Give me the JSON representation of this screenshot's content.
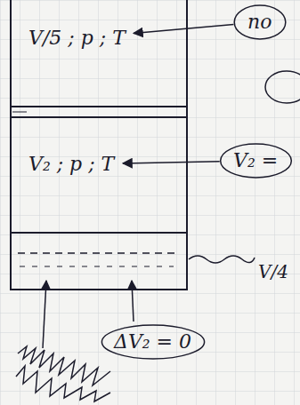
{
  "diagram": {
    "nodes": [
      {
        "text": [
          "V/5 ; p ; T"
        ]
      },
      {
        "text": [
          "по"
        ]
      },
      {
        "text": [
          "V₂ ; p ; T"
        ]
      },
      {
        "text": [
          "V₂ ="
        ]
      },
      {
        "text": [
          "ΔV₂ = 0"
        ]
      }
    ],
    "edges": [
      {
        "from": 1,
        "to": 0,
        "arrow": "to"
      },
      {
        "from": 3,
        "to": 2,
        "arrow": "to"
      }
    ],
    "labels": [
      "V/4"
    ]
  }
}
